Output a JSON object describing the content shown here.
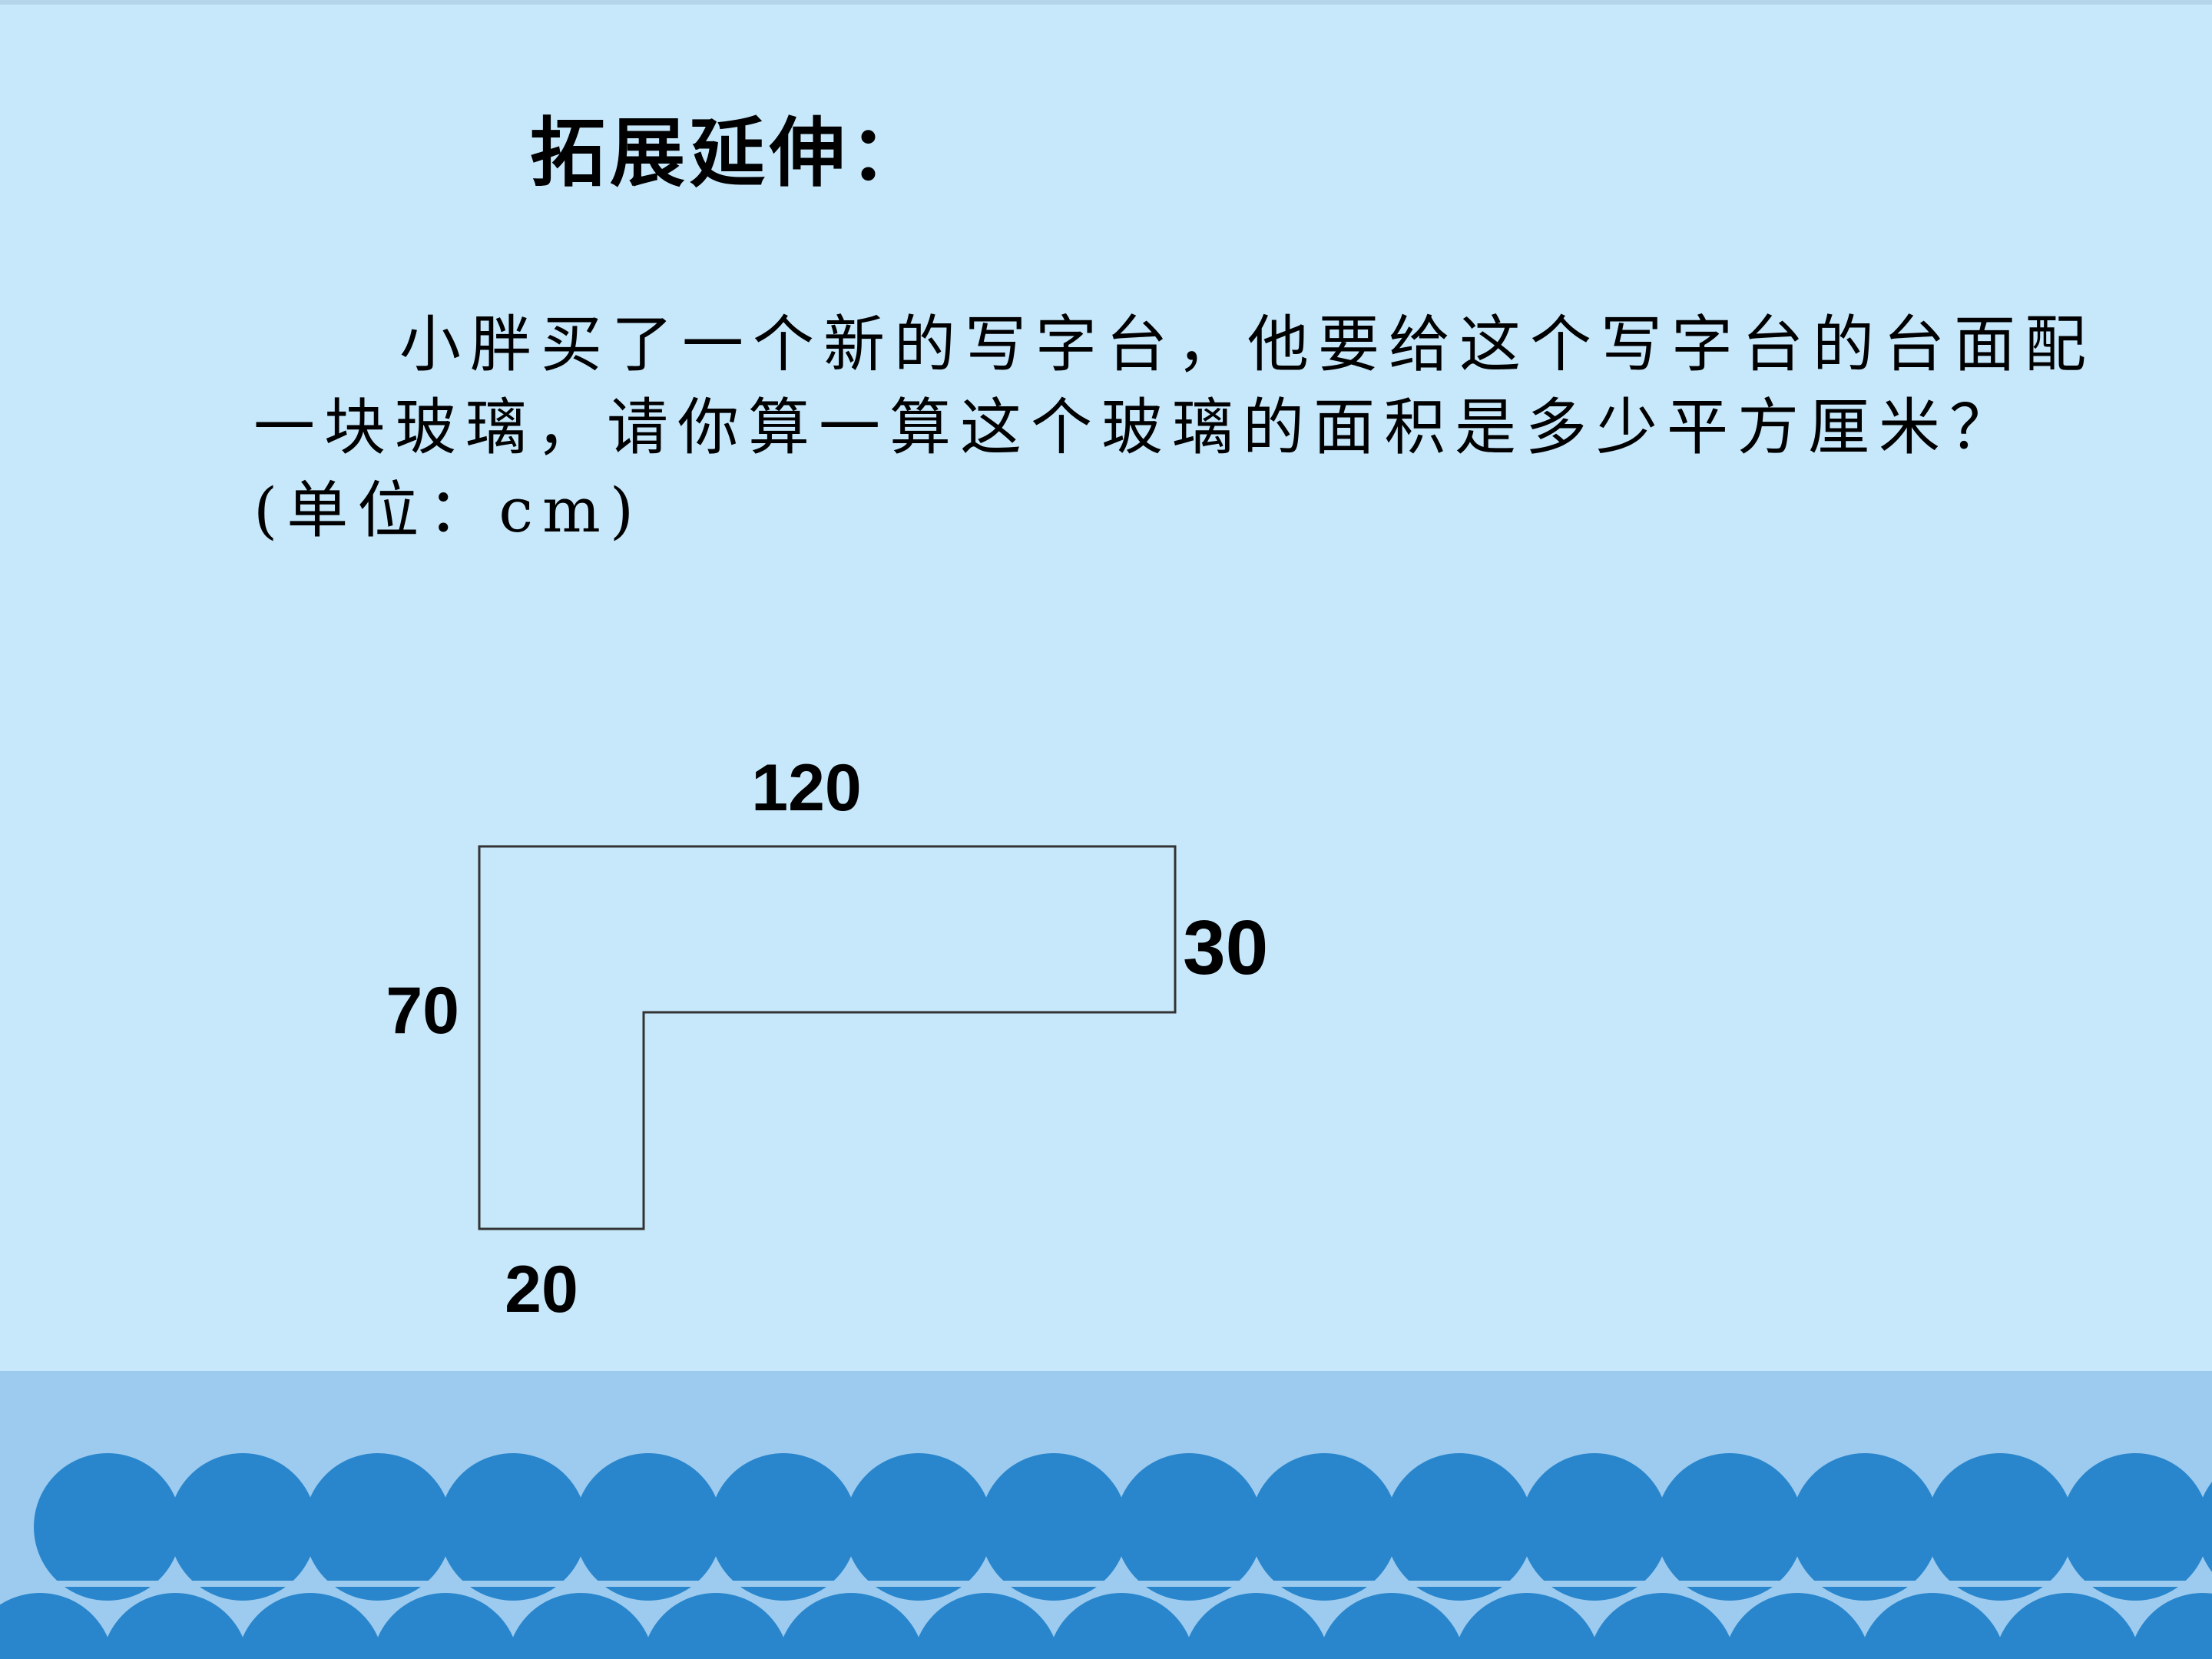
{
  "slide": {
    "title": "拓展延伸：",
    "question_lines": [
      "小胖买了一个新的写字台，他要给这个写字台的台面配",
      "一块玻璃，请你算一算这个玻璃的面积是多少平方厘米？",
      "(单位：cm)"
    ]
  },
  "diagram": {
    "shape": "L-shape",
    "dimensions": {
      "top_width": "120",
      "right_height": "30",
      "left_height": "70",
      "bottom_width": "20"
    },
    "dimension_values": {
      "top_width": 120,
      "right_height": 30,
      "left_height": 70,
      "bottom_width": 20
    }
  },
  "colors": {
    "background": "#c7e8fb",
    "sea_band": "#9ccbef",
    "waves": "#2a86cc",
    "outline": "#333333"
  }
}
